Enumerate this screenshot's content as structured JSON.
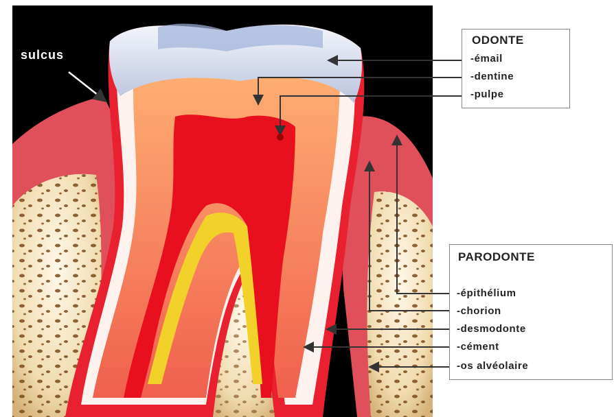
{
  "sulcus_label": "sulcus",
  "odonte": {
    "title": "ODONTE",
    "items": [
      "-émail",
      "-dentine",
      "-pulpe"
    ]
  },
  "parodonte": {
    "title": "PARODONTE",
    "items": [
      "-épithélium",
      "-chorion",
      "-desmodonte",
      "-cément",
      "-os alvéolaire"
    ]
  }
}
